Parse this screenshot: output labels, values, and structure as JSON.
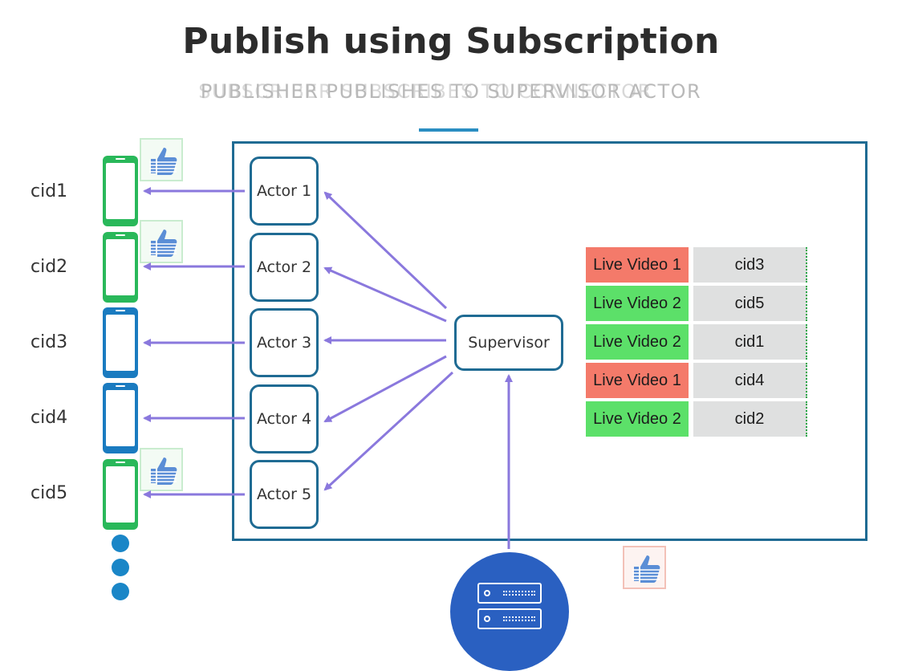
{
  "title": "Publish using Subscription",
  "subtitle": "PUBLISHER PUBLISHES TO SUPERVISOR ACTOR",
  "subtitle_overlay": "SUBSCRIBER SUBSCRIBES TO CONNECTOR",
  "clients": [
    {
      "label": "cid1",
      "phone_color": "#29b85a"
    },
    {
      "label": "cid2",
      "phone_color": "#29b85a"
    },
    {
      "label": "cid3",
      "phone_color": "#1a7bc0"
    },
    {
      "label": "cid4",
      "phone_color": "#1a7bc0"
    },
    {
      "label": "cid5",
      "phone_color": "#29b85a"
    }
  ],
  "actors": [
    "Actor 1",
    "Actor 2",
    "Actor 3",
    "Actor 4",
    "Actor 5"
  ],
  "supervisor": "Supervisor",
  "subscriptions": [
    {
      "video": "Live Video 1",
      "cid": "cid3",
      "status_color": "#f47a6a"
    },
    {
      "video": "Live Video 2",
      "cid": "cid5",
      "status_color": "#5ce069"
    },
    {
      "video": "Live Video 2",
      "cid": "cid1",
      "status_color": "#5ce069"
    },
    {
      "video": "Live Video 1",
      "cid": "cid4",
      "status_color": "#f47a6a"
    },
    {
      "video": "Live Video 2",
      "cid": "cid2",
      "status_color": "#5ce069"
    }
  ],
  "icons": {
    "thumb": "thumbs-up-icon",
    "phone": "smartphone-icon",
    "server": "server-icon"
  },
  "colors": {
    "border": "#1f6b93",
    "arrow": "#8a78dd",
    "accent": "#2a8ec2"
  }
}
